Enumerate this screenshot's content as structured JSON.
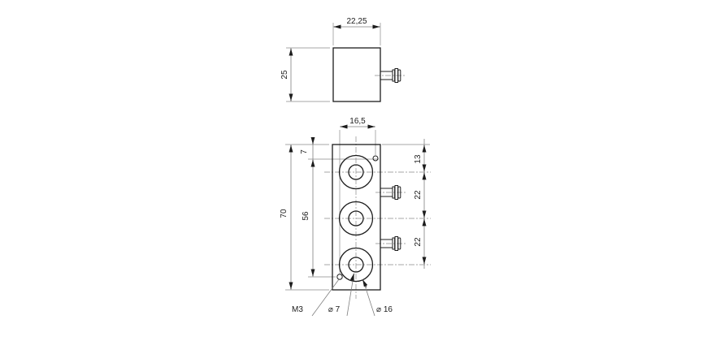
{
  "drawing": {
    "background_color": "#ffffff",
    "object_line_color": "#1c1c1c",
    "thin_line_color": "#8a8a8a",
    "top_view": {
      "width_dim": "22,25",
      "depth_dim": "25"
    },
    "front_view": {
      "hole_span_dim": "16,5",
      "hole_top_offset_dim": "7",
      "height_dim": "70",
      "hole_vertical_span_dim": "56",
      "bore1_offset_dim": "13",
      "bore_pitch1_dim": "22",
      "bore_pitch2_dim": "22",
      "thread_label": "M3",
      "small_bore_label": "⌀ 7",
      "large_bore_label": "⌀ 16"
    }
  }
}
